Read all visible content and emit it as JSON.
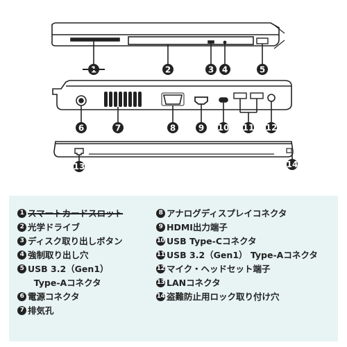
{
  "callouts": [
    "1",
    "2",
    "3",
    "4",
    "5",
    "6",
    "7",
    "8",
    "9",
    "10",
    "11",
    "12",
    "13",
    "14"
  ],
  "legend": {
    "left": [
      {
        "num": "1",
        "text": "スマートカードスロット",
        "struck": true
      },
      {
        "num": "2",
        "text": "光学ドライブ"
      },
      {
        "num": "3",
        "text": "ディスク取り出しボタン"
      },
      {
        "num": "4",
        "text": "強制取り出し穴"
      },
      {
        "num": "5",
        "text": "USB 3.2（Gen1）\n  Type-Aコネクタ"
      },
      {
        "num": "6",
        "text": "電源コネクタ"
      },
      {
        "num": "7",
        "text": "排気孔"
      }
    ],
    "right": [
      {
        "num": "8",
        "text": "アナログディスプレイコネクタ"
      },
      {
        "num": "9",
        "text": "HDMI出力端子"
      },
      {
        "num": "10",
        "text": "USB Type-Cコネクタ"
      },
      {
        "num": "11",
        "text": "USB 3.2（Gen1） Type-Aコネクタ"
      },
      {
        "num": "12",
        "text": "マイク・ヘッドセット端子"
      },
      {
        "num": "13",
        "text": "LANコネクタ"
      },
      {
        "num": "14",
        "text": "盗難防止用ロック取り付け穴"
      }
    ]
  },
  "colors": {
    "legend_bg": "#e8f4f4",
    "ink": "#222222"
  }
}
